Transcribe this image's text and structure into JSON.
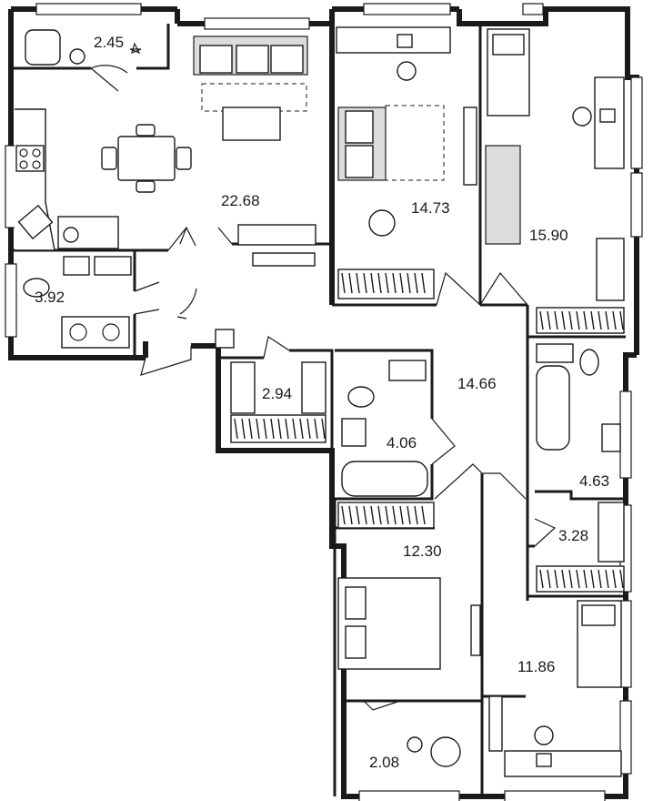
{
  "rooms": [
    {
      "id": "balcony-top",
      "area": "2.45"
    },
    {
      "id": "living-kitchen",
      "area": "22.68"
    },
    {
      "id": "bedroom-top-middle",
      "area": "14.73"
    },
    {
      "id": "bedroom-top-right",
      "area": "15.90"
    },
    {
      "id": "bathroom-left",
      "area": "3.92"
    },
    {
      "id": "wardrobe-left",
      "area": "2.94"
    },
    {
      "id": "hall",
      "area": "14.66"
    },
    {
      "id": "bathroom-middle",
      "area": "4.06"
    },
    {
      "id": "bathroom-right",
      "area": "4.63"
    },
    {
      "id": "wardrobe-right",
      "area": "3.28"
    },
    {
      "id": "bedroom-bottom-left",
      "area": "12.30"
    },
    {
      "id": "bedroom-bottom-right",
      "area": "11.86"
    },
    {
      "id": "balcony-bottom",
      "area": "2.08"
    }
  ],
  "colors": {
    "wall": "#1a1a1a",
    "furniture_fill": "#dcdcdc",
    "background": "#ffffff"
  }
}
